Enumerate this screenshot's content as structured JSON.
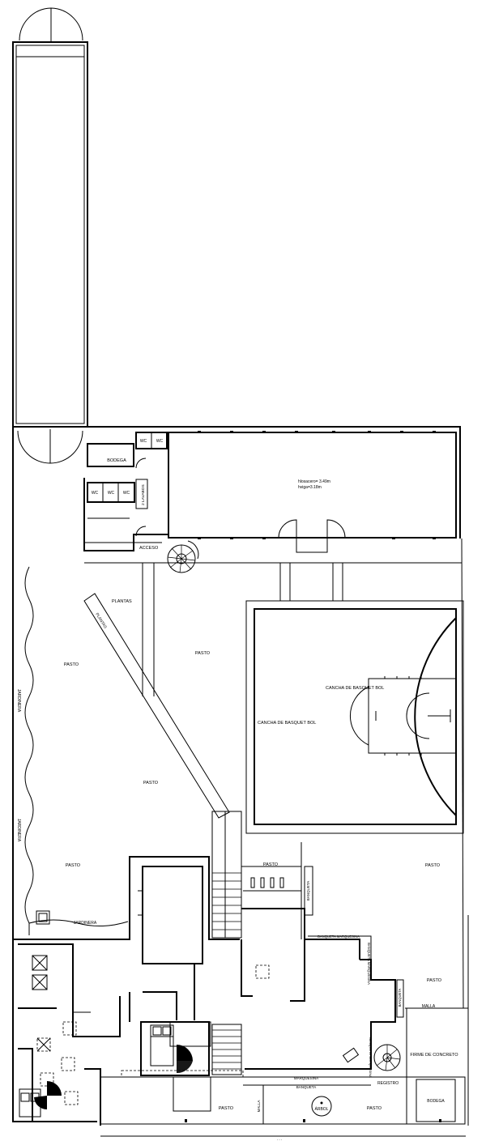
{
  "plan": {
    "labels": {
      "bodega_top": "BODEGA",
      "wc": "WC",
      "lavabos": "2 LAVABOS",
      "heights_line1": "hlosacero= 3.49m",
      "heights_line2": "hviga=3.18m",
      "acceso": "ACCESO",
      "plantas": "PLANTAS",
      "plantas_ramp": "PLANTAS",
      "jardinera_upper": "JARDINERA",
      "jardinera_lower": "JARDINERA",
      "jardinera_bottom": "JARDINERA",
      "pasto": "PASTO",
      "cancha": "CANCHA DE BASQUET BOL",
      "banqueta": "BANQUETA",
      "banqueta_marquesina": "BANQUETA MARQUESINA",
      "marquesina": "MARQUESINA",
      "malla": "MALLA",
      "firme": "FIRME DE CONCRETO",
      "registro": "REGISTRO",
      "arbol": "ÁRBOL",
      "bodega_bottom": "BODEGA"
    }
  }
}
